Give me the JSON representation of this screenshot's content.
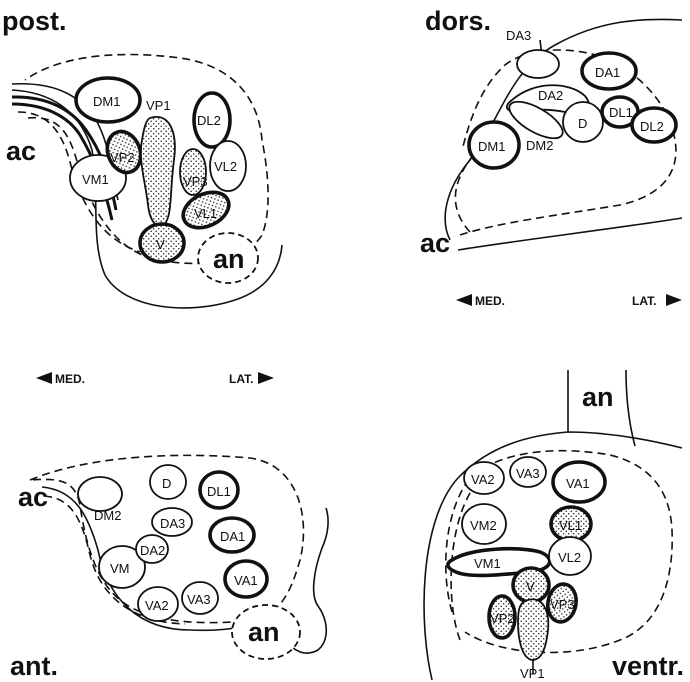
{
  "panels": {
    "posterior": {
      "title": "post.",
      "ac": "ac",
      "an": "an",
      "glomeruli": {
        "DM1": "DM1",
        "VP1": "VP1",
        "DL2": "DL2",
        "VP2": "VP2",
        "VL2": "VL2",
        "VM1": "VM1",
        "VP3": "VP3",
        "VL1": "VL1",
        "V": "V"
      }
    },
    "dorsal": {
      "title": "dors.",
      "ac": "ac",
      "glomeruli": {
        "DA3": "DA3",
        "DA1": "DA1",
        "DA2": "DA2",
        "D": "D",
        "DL1": "DL1",
        "DL2": "DL2",
        "DM1": "DM1",
        "DM2": "DM2"
      },
      "medial": "MED.",
      "lateral": "LAT."
    },
    "anterior": {
      "title": "ant.",
      "ac": "ac",
      "an": "an",
      "glomeruli": {
        "D": "D",
        "DL1": "DL1",
        "DM2": "DM2",
        "DA3": "DA3",
        "DA1": "DA1",
        "VM": "VM",
        "DA2": "DA2",
        "VA1": "VA1",
        "VA2": "VA2",
        "VA3": "VA3"
      },
      "medial": "MED.",
      "lateral": "LAT."
    },
    "ventral": {
      "title": "ventr.",
      "an": "an",
      "glomeruli": {
        "VA2": "VA2",
        "VA3": "VA3",
        "VA1": "VA1",
        "VM2": "VM2",
        "VL1": "VL1",
        "VM1": "VM1",
        "VL2": "VL2",
        "V": "V",
        "VP2": "VP2",
        "VP3": "VP3",
        "VP1": "VP1"
      }
    }
  }
}
